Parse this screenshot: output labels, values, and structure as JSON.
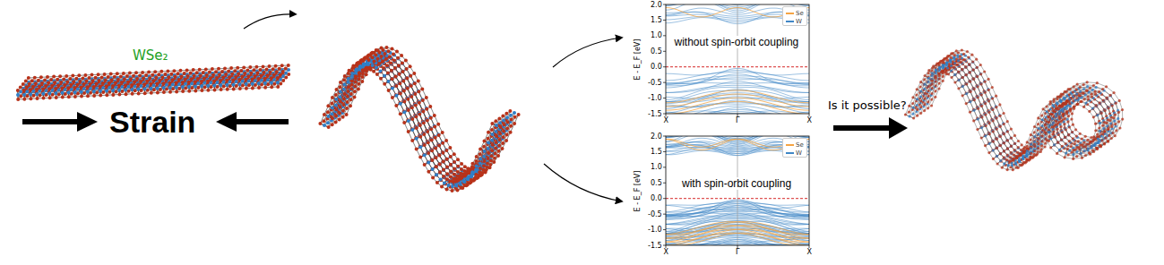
{
  "diagram": {
    "nodes": [
      {
        "text": [
          "WSe₂"
        ]
      },
      {
        "text": [
          "without spin-orbit coupling"
        ]
      },
      {
        "text": [
          "with spin-orbit coupling"
        ]
      }
    ],
    "labels": [
      "Strain",
      "2.0",
      "1.5",
      "1.0",
      "0.5",
      "0.0",
      "-0.5",
      "-1.0",
      "-1.5",
      "E - E_F [eV]",
      "X",
      "Γ",
      "X",
      "2.0",
      "1.5",
      "1.0",
      "0.5",
      "0.0",
      "-0.5",
      "-1.0",
      "-1.5",
      "E - E_F [eV]",
      "X",
      "Γ",
      "X",
      "Is it possible?"
    ],
    "legend": [
      {
        "text": "Se",
        "color": "#f5a443"
      },
      {
        "text": "W",
        "color": "#3f86c6"
      },
      {
        "text": "Se",
        "color": "#f5a443"
      },
      {
        "text": "W",
        "color": "#3f86c6"
      }
    ]
  }
}
